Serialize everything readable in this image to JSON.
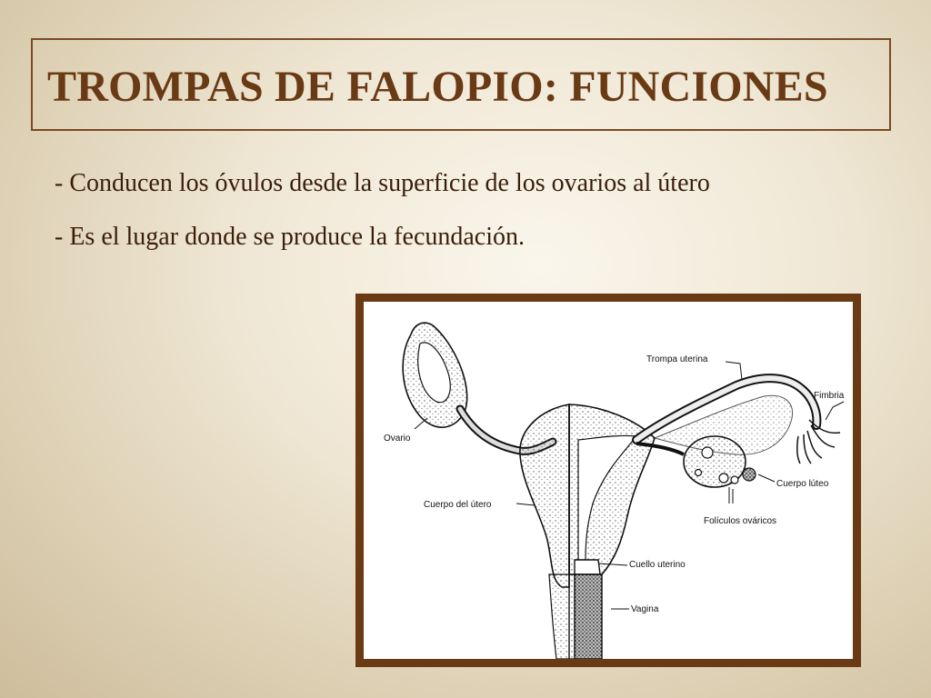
{
  "slide": {
    "title": "TROMPAS DE FALOPIO: FUNCIONES",
    "bullets": [
      "- Conducen los óvulos desde la superficie de los ovarios al útero",
      "- Es el lugar donde se produce la fecundación."
    ]
  },
  "diagram": {
    "labels": {
      "trompa": "Trompa uterina",
      "fimbria": "Fimbria",
      "ovario": "Ovario",
      "cuerpo_luteo": "Cuerpo lúteo",
      "cuerpo_utero": "Cuerpo del útero",
      "foliculos": "Folículos ováricos",
      "cuello": "Cuello uterino",
      "vagina": "Vagina"
    },
    "colors": {
      "title": "#6a3a14",
      "frame": "#6a3a14",
      "ink": "#111111"
    }
  }
}
